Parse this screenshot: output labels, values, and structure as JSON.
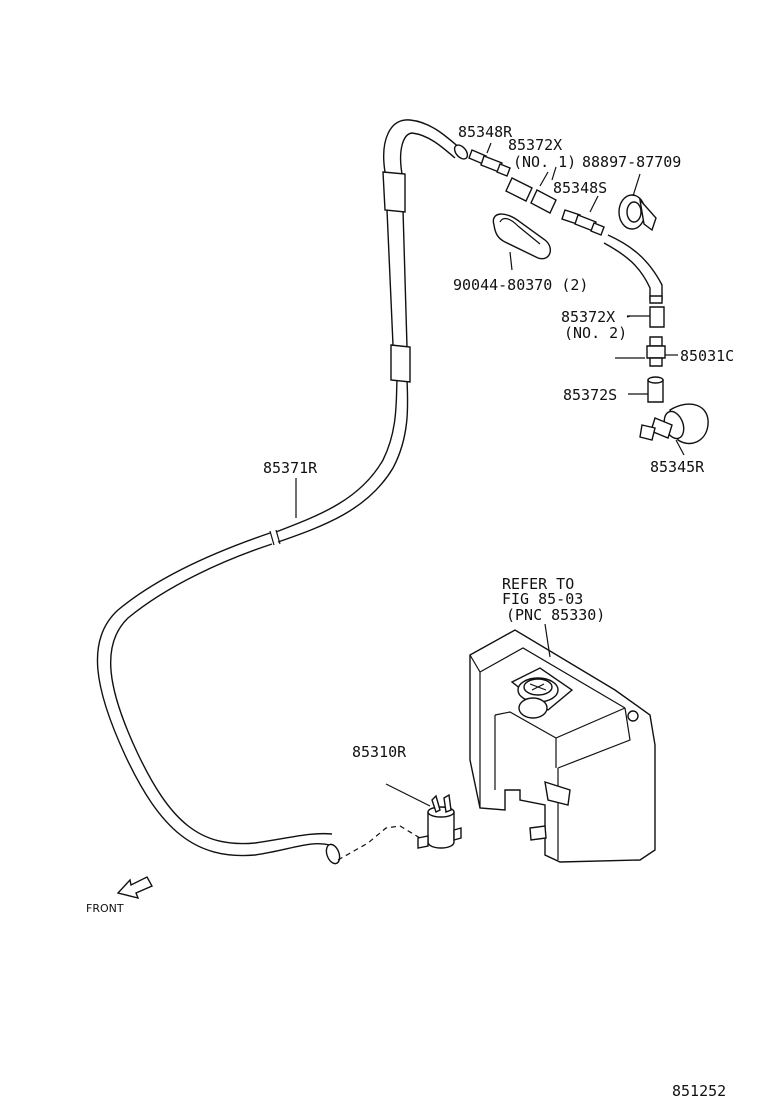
{
  "labels": {
    "p85348R": "85348R",
    "p85372X_1": "85372X",
    "p85372X_1_sub": "(NO. 1)",
    "p88897": "88897-87709",
    "p85348S": "85348S",
    "p90044": "90044-80370 (2)",
    "p85372X_2": "85372X",
    "p85372X_2_sub": "(NO. 2)",
    "p85031C": "85031C",
    "p85372S": "85372S",
    "p85345R": "85345R",
    "p85371R": "85371R",
    "refer_line1": "REFER TO",
    "refer_line2": "FIG 85-03",
    "refer_line3": "(PNC 85330)",
    "p85310R": "85310R",
    "front": "FRONT",
    "figure_number": "851252"
  }
}
